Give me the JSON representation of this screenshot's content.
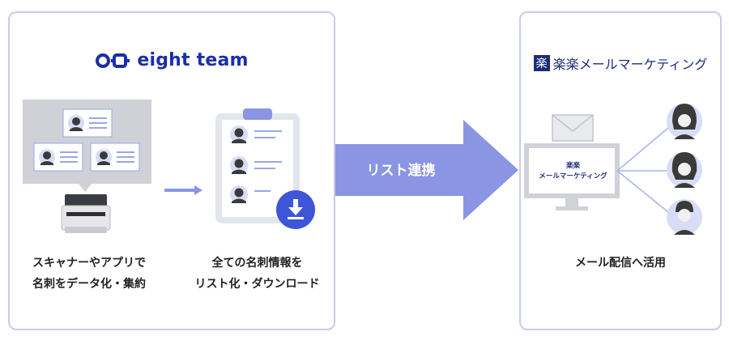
{
  "left_logo": {
    "brand": "eight team"
  },
  "right_logo": {
    "mark": "楽",
    "name": "楽楽メールマーケティング"
  },
  "step1_caption": [
    "スキャナーやアプリで",
    "名刺をデータ化・集約"
  ],
  "step2_caption": [
    "全ての名刺情報を",
    "リスト化・ダウンロード"
  ],
  "link_arrow_label": "リスト連携",
  "mini_screen": [
    "楽楽",
    "メールマーケティング"
  ],
  "step3_caption": "メール配信へ活用",
  "colors": {
    "panel_border": "#c8cde6",
    "brand_blue": "#1a2fa8",
    "rakuten_navy": "#1f2c7a",
    "arrow": "#8a95e3",
    "accent": "#3f55d8"
  }
}
